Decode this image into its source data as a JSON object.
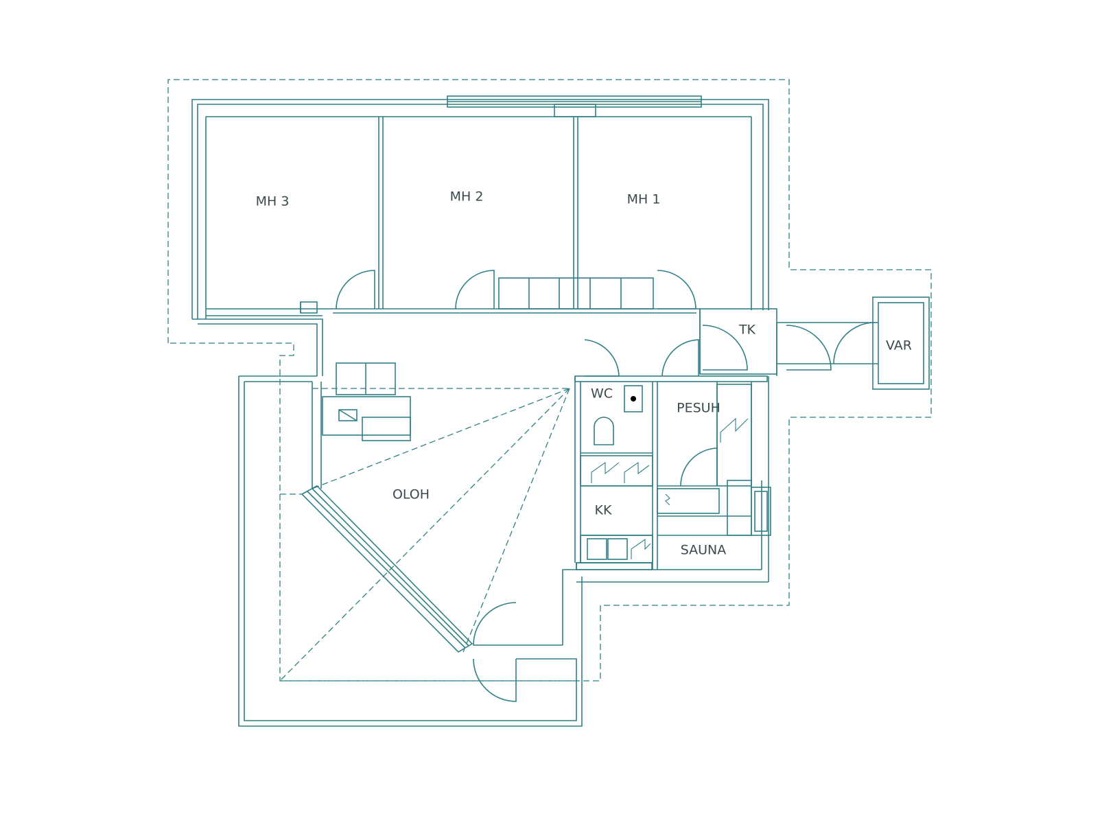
{
  "floorplan": {
    "line_color": "#2f7f86",
    "text_color": "#3b4a4d",
    "rooms": [
      {
        "id": "mh3",
        "label": "MH 3"
      },
      {
        "id": "mh2",
        "label": "MH 2"
      },
      {
        "id": "mh1",
        "label": "MH 1"
      },
      {
        "id": "tk",
        "label": "TK"
      },
      {
        "id": "var",
        "label": "VAR"
      },
      {
        "id": "wc",
        "label": "WC"
      },
      {
        "id": "pesuh",
        "label": "PESUH"
      },
      {
        "id": "oloh",
        "label": "OLOH"
      },
      {
        "id": "kk",
        "label": "KK"
      },
      {
        "id": "sauna",
        "label": "SAUNA"
      }
    ]
  }
}
